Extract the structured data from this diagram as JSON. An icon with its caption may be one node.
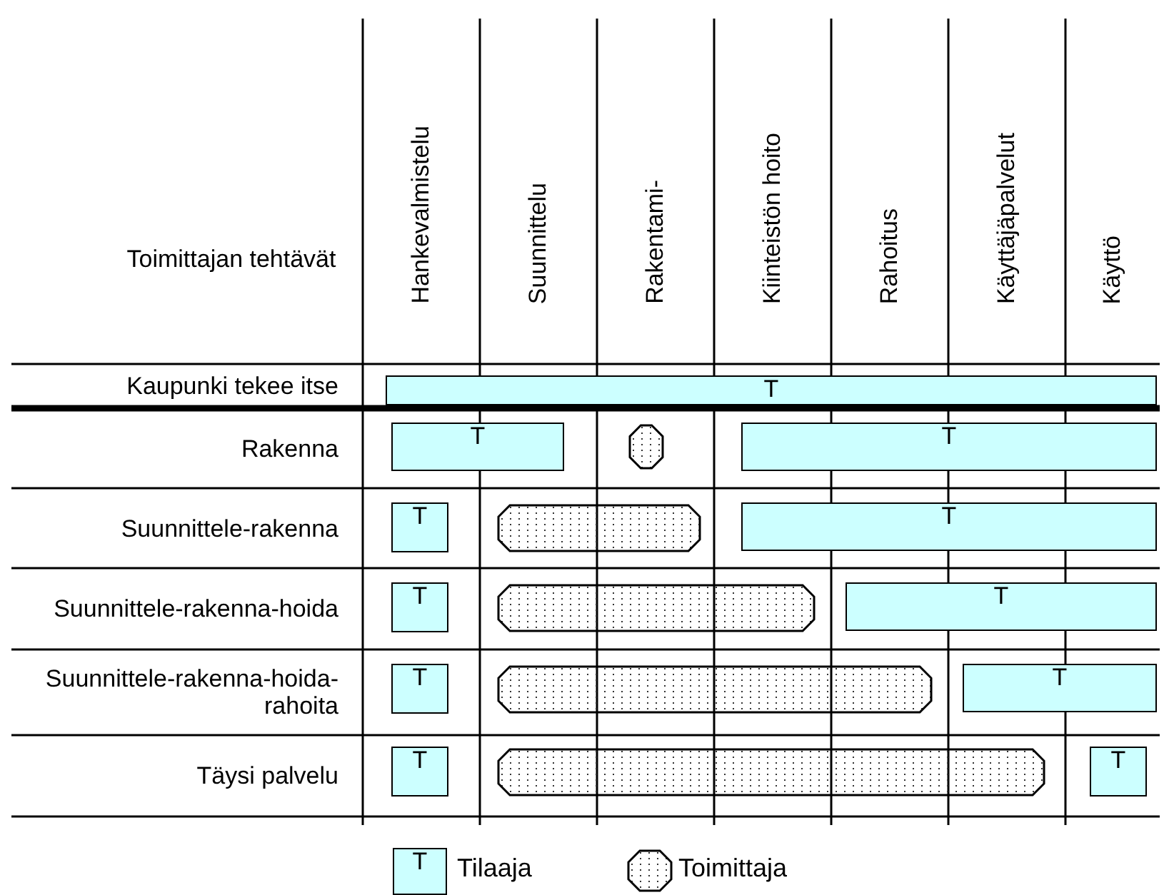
{
  "diagram": {
    "nodes": [
      {
        "text": [
          "T"
        ]
      },
      {
        "text": [
          "T"
        ]
      },
      {
        "text": [],
        "shape": "octagon"
      },
      {
        "text": [
          "T"
        ]
      },
      {
        "text": [
          "T"
        ]
      },
      {
        "text": [],
        "shape": "octagon"
      },
      {
        "text": [
          "T"
        ]
      },
      {
        "text": [
          "T"
        ]
      },
      {
        "text": [],
        "shape": "octagon"
      },
      {
        "text": [
          "T"
        ]
      },
      {
        "text": [
          "T"
        ]
      },
      {
        "text": [],
        "shape": "octagon"
      },
      {
        "text": [
          "T"
        ]
      },
      {
        "text": [
          "T"
        ]
      },
      {
        "text": [],
        "shape": "octagon"
      },
      {
        "text": [
          "T"
        ]
      }
    ],
    "labels": [
      "Toimittajan tehtävät",
      "Hankevalmistelu",
      "Suunnittelu",
      "Rakentami-",
      "Kiinteistön hoito",
      "Rahoitus",
      "Käyttäjäpalvelut",
      "Käyttö",
      "Kaupunki tekee itse",
      "Rakenna",
      "Suunnittele-rakenna",
      "Suunnittele-rakenna-hoida",
      "Suunnittele-rakenna-hoida-rahoita",
      "Täysi palvelu",
      "T"
    ],
    "legend": [
      {
        "text": "Tilaaja",
        "color": "#ccffff"
      },
      {
        "text": "Toimittaja"
      }
    ]
  }
}
